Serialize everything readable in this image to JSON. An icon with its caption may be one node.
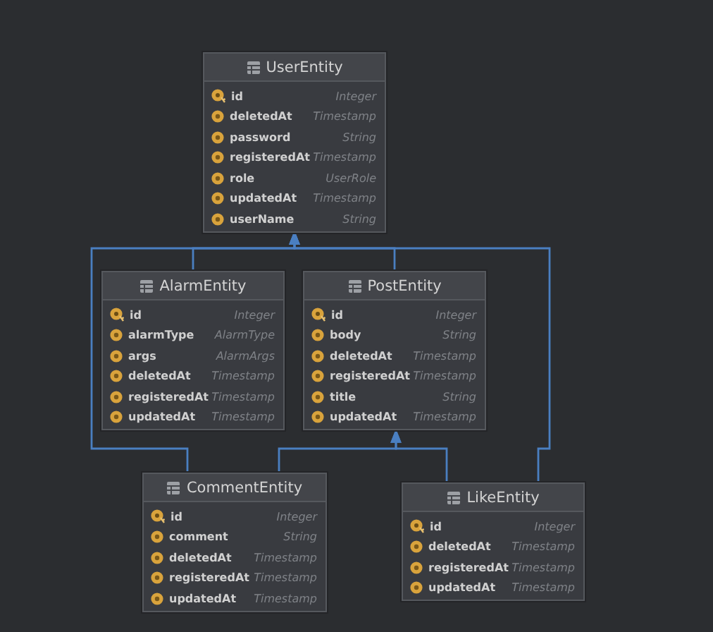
{
  "diagram": {
    "nodes": [
      {
        "text": [
          "UserEntity",
          "id",
          "Integer",
          "deletedAt",
          "Timestamp",
          "password",
          "String",
          "registeredAt",
          "Timestamp",
          "role",
          "UserRole",
          "updatedAt",
          "Timestamp",
          "userName",
          "String"
        ]
      },
      {
        "text": [
          "AlarmEntity",
          "id",
          "Integer",
          "alarmType",
          "AlarmType",
          "args",
          "AlarmArgs",
          "deletedAt",
          "Timestamp",
          "registeredAt",
          "Timestamp",
          "updatedAt",
          "Timestamp"
        ]
      },
      {
        "text": [
          "PostEntity",
          "id",
          "Integer",
          "body",
          "String",
          "deletedAt",
          "Timestamp",
          "registeredAt",
          "Timestamp",
          "title",
          "String",
          "updatedAt",
          "Timestamp"
        ]
      },
      {
        "text": [
          "CommentEntity",
          "id",
          "Integer",
          "comment",
          "String",
          "deletedAt",
          "Timestamp",
          "registeredAt",
          "Timestamp",
          "updatedAt",
          "Timestamp"
        ]
      },
      {
        "text": [
          "LikeEntity",
          "id",
          "Integer",
          "deletedAt",
          "Timestamp",
          "registeredAt",
          "Timestamp",
          "updatedAt",
          "Timestamp"
        ]
      }
    ],
    "edges": [
      {
        "from": 1,
        "to": 0,
        "arrow": "to"
      },
      {
        "from": 2,
        "to": 0,
        "arrow": "to"
      },
      {
        "from": 3,
        "to": 0,
        "arrow": "to"
      },
      {
        "from": 4,
        "to": 0,
        "arrow": "to"
      },
      {
        "from": 3,
        "to": 2,
        "arrow": "to"
      },
      {
        "from": 4,
        "to": 2,
        "arrow": "to"
      }
    ]
  }
}
